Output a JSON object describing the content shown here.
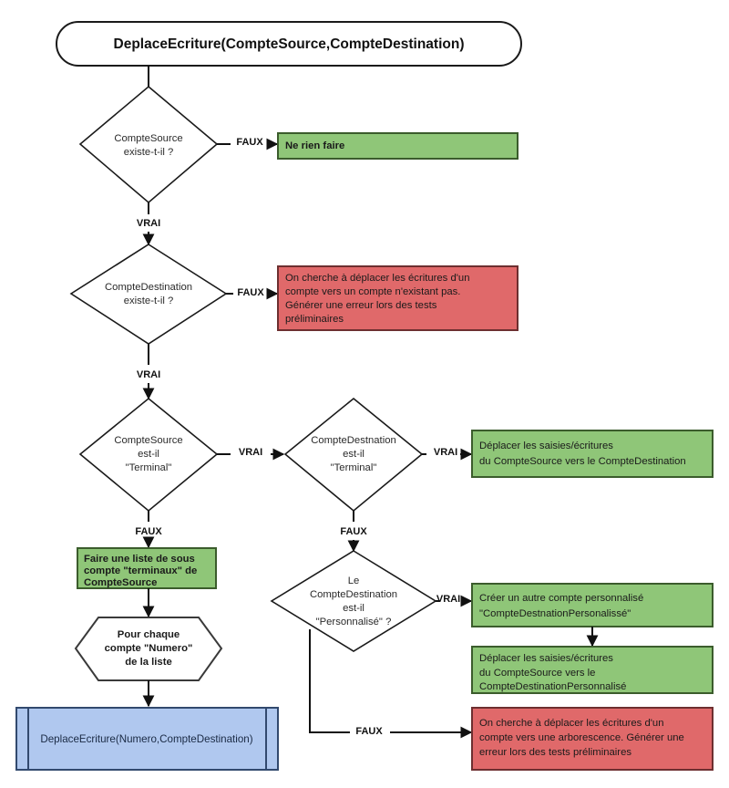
{
  "diagram": {
    "type": "flowchart",
    "language": "fr",
    "title_node": {
      "label": "DeplaceEcriture(CompteSource,CompteDestination)",
      "shape": "terminator"
    },
    "colors": {
      "green": "#8fc678",
      "green_border": "#3b5c2c",
      "red": "#e0696a",
      "red_border": "#6d2f30",
      "blue": "#b0c8ef",
      "blue_border": "#32496e",
      "white": "#ffffff",
      "stroke": "#111111"
    },
    "decisions": {
      "d1": {
        "line1": "CompteSource",
        "line2": "existe-t-il ?",
        "line3": ""
      },
      "d2": {
        "line1": "CompteDestination",
        "line2": "existe-t-il ?",
        "line3": ""
      },
      "d3": {
        "line1": "CompteSource",
        "line2": "est-il",
        "line3": "\"Terminal\""
      },
      "d4": {
        "line1": "CompteDestnation",
        "line2": "est-il",
        "line3": "\"Terminal\""
      },
      "d5": {
        "line1": "Le",
        "line2": "CompteDestination",
        "line3": "est-il",
        "line4": "\"Personnalisé\" ?"
      }
    },
    "boxes": {
      "b_ne_rien_faire": {
        "lines": [
          "Ne rien faire"
        ],
        "color": "green"
      },
      "b_erreur_compte_inexistant": {
        "lines": [
          "On cherche à déplacer les écritures d'un",
          "compte vers un compte n'existant pas.",
          "Générer une erreur lors des tests",
          "préliminaires"
        ],
        "color": "red"
      },
      "b_deplacer_source_destination": {
        "lines": [
          "Déplacer les saisies/écritures",
          "du CompteSource vers le CompteDestination"
        ],
        "color": "green"
      },
      "b_liste_sous_comptes": {
        "lines": [
          "Faire une liste de sous",
          "compte \"terminaux\" de",
          "CompteSource"
        ],
        "color": "green"
      },
      "b_creer_compte_perso": {
        "lines": [
          "Créer un autre compte personnalisé",
          "\"CompteDestnationPersonalissé\""
        ],
        "color": "green"
      },
      "b_deplacer_vers_perso": {
        "lines": [
          "Déplacer les saisies/écritures",
          "du CompteSource vers le",
          "CompteDestinationPersonnalisé"
        ],
        "color": "green"
      },
      "b_erreur_arborescence": {
        "lines": [
          "On cherche à déplacer les écritures d'un",
          "compte vers une arborescence. Générer une",
          "erreur lors des tests préliminaires"
        ],
        "color": "red"
      }
    },
    "loop_node": {
      "lines": [
        "Pour chaque",
        "compte \"Numero\"",
        "de la liste"
      ],
      "shape": "hexagon"
    },
    "subprocess_node": {
      "label": "DeplaceEcriture(Numero,CompteDestination)",
      "shape": "predefined-process",
      "color": "blue"
    },
    "edge_labels": {
      "faux1": "FAUX",
      "vrai1": "VRAI",
      "faux2": "FAUX",
      "vrai2": "VRAI",
      "vrai3": "VRAI",
      "faux3": "FAUX",
      "vrai4": "VRAI",
      "faux4": "FAUX",
      "vrai5": "VRAI",
      "faux5": "FAUX"
    }
  }
}
